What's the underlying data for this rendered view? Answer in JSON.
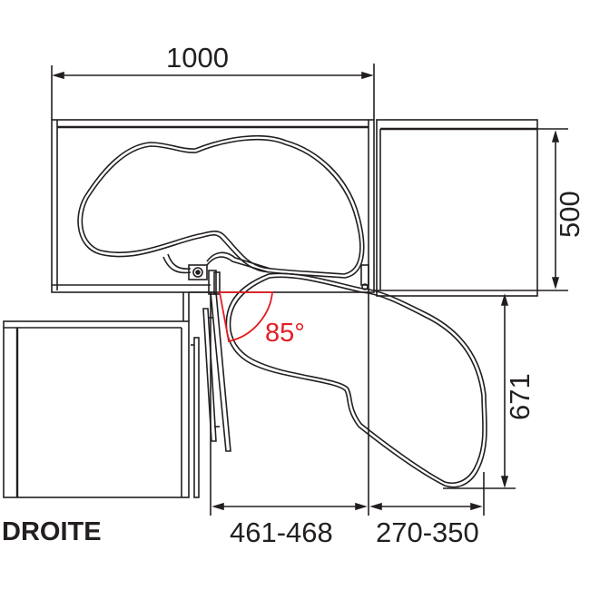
{
  "drawing": {
    "type": "corner cabinet pull-out shelf plan view",
    "orientation_label": "DROITE",
    "colors": {
      "line": "#231f20",
      "angle": "#e31e24",
      "background": "#ffffff"
    }
  },
  "dimensions": {
    "top_width": "1000",
    "right_cabinet_depth": "500",
    "opening_depth": "671",
    "bottom_left_width": "461-468",
    "bottom_right_width": "270-350"
  },
  "angle": {
    "door_opening": "85°"
  }
}
